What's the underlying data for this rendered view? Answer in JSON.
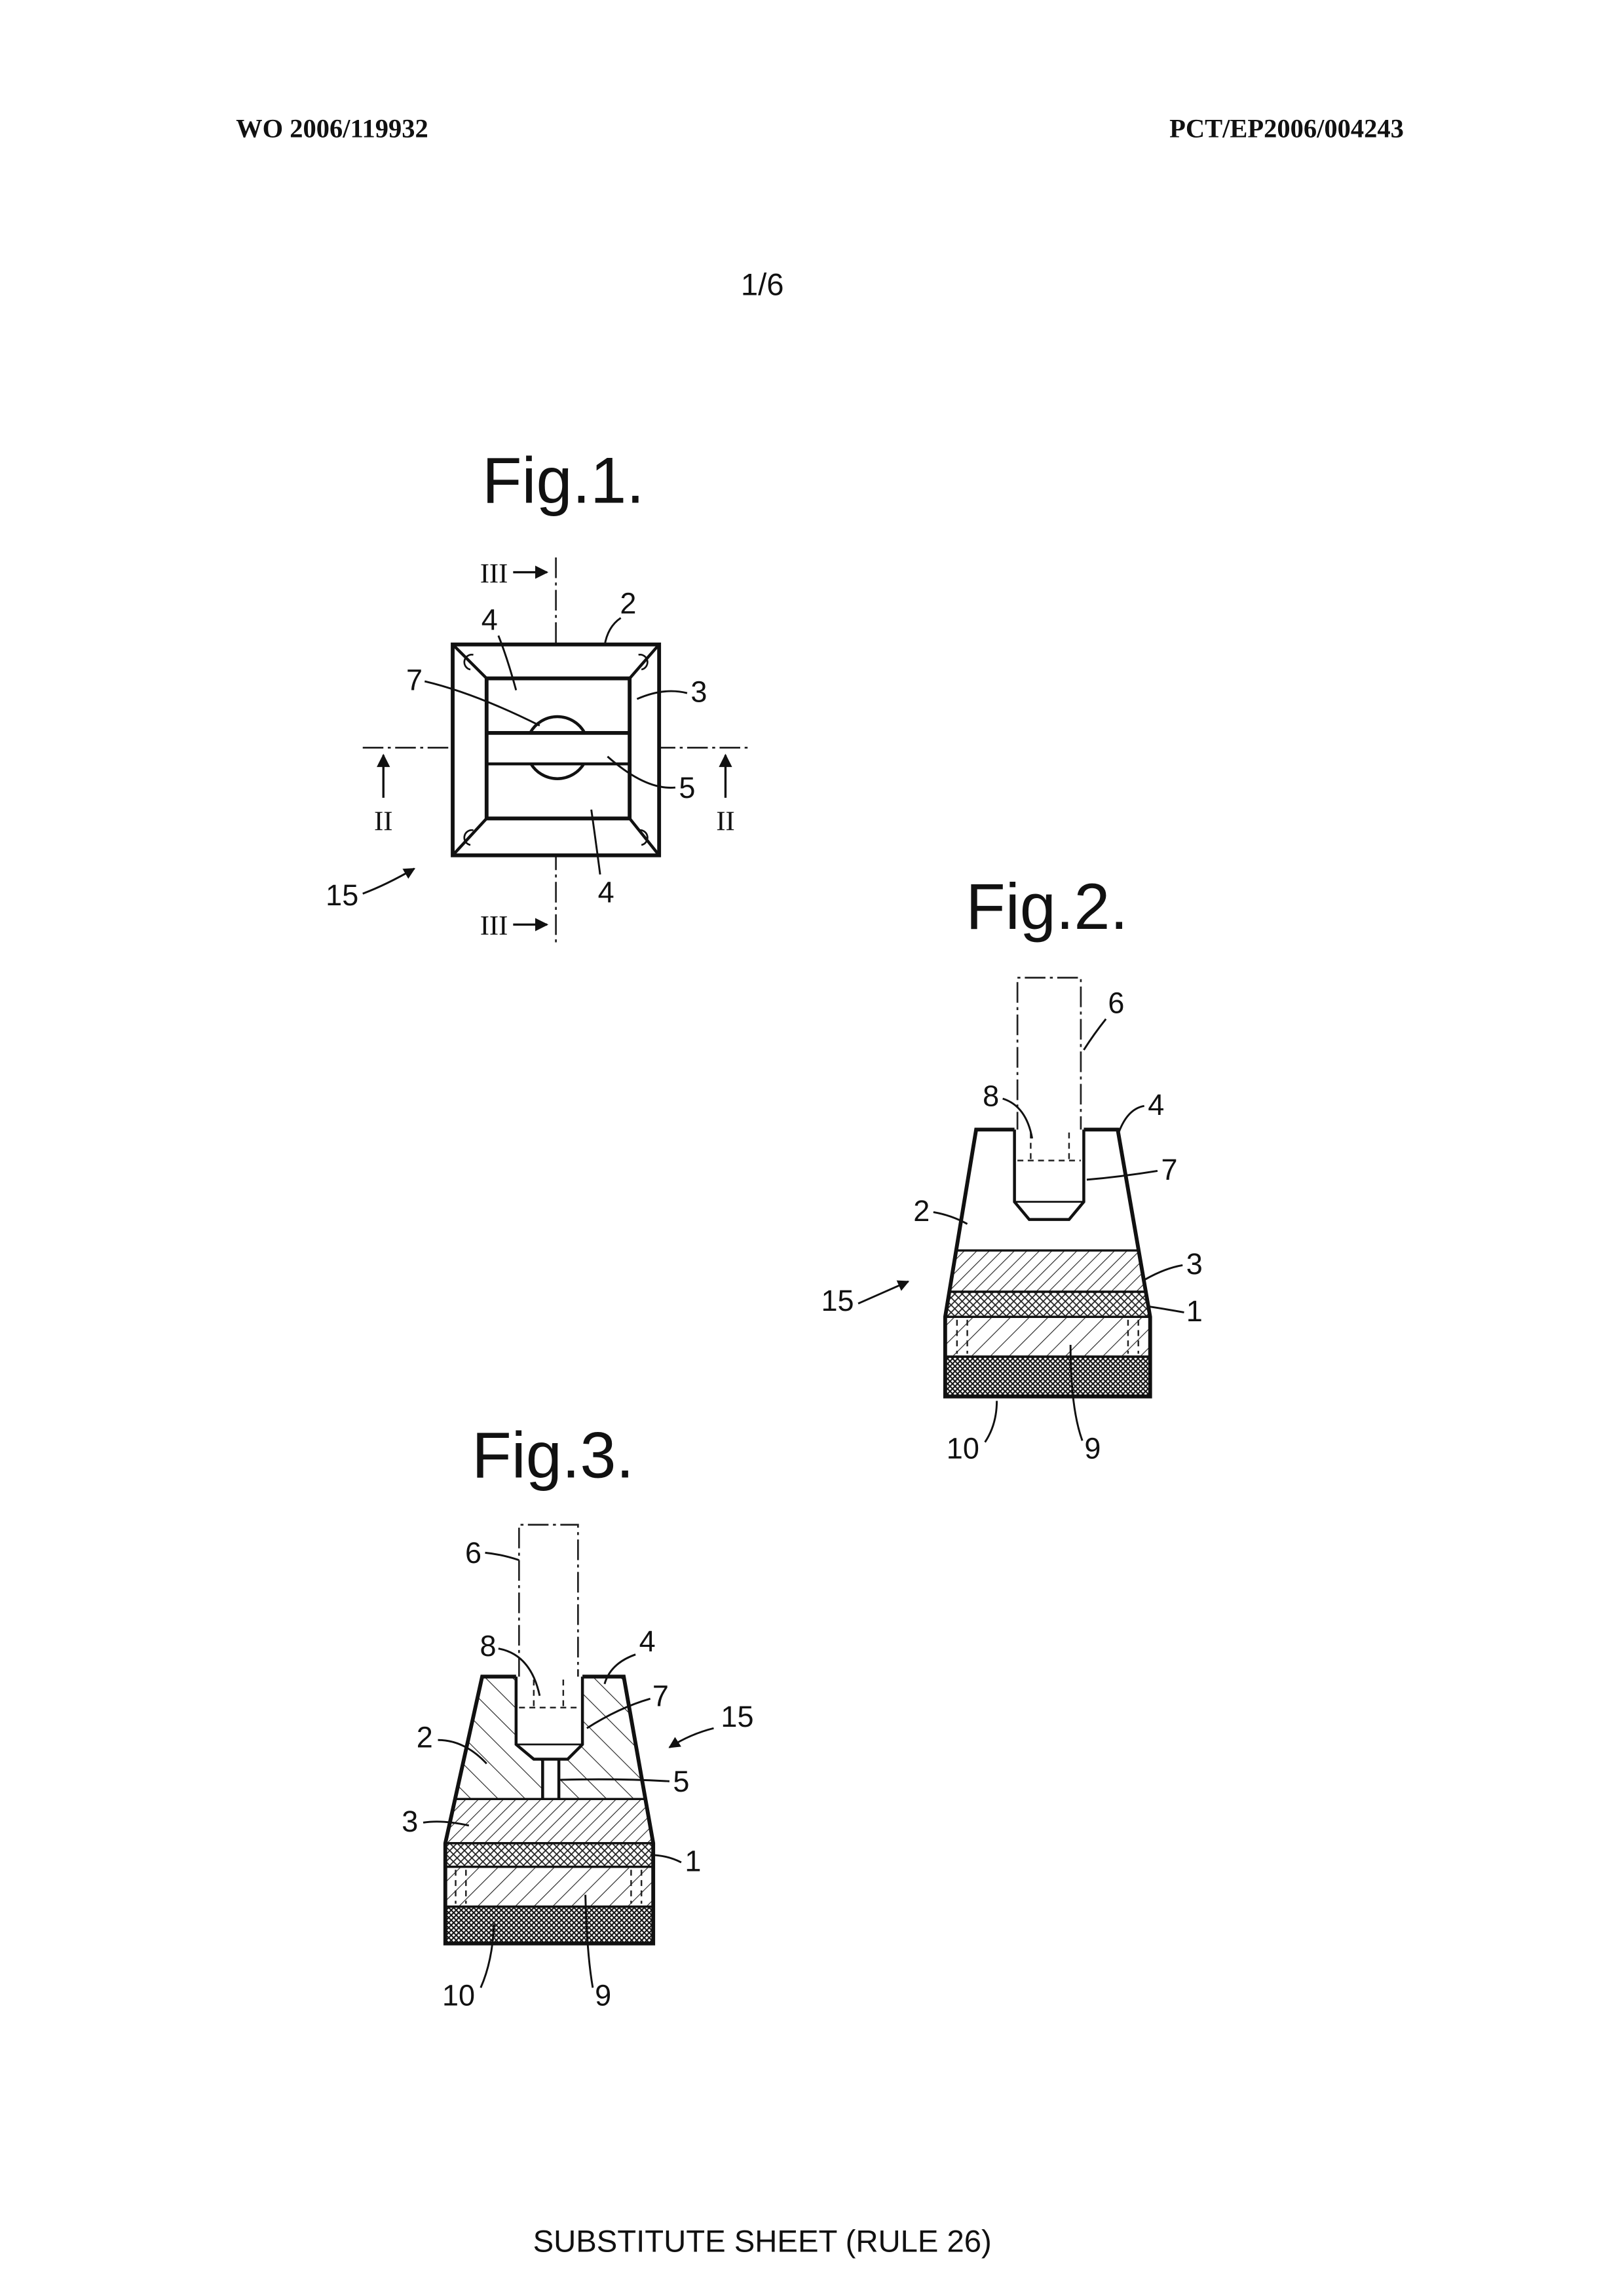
{
  "header": {
    "publication_number": "WO 2006/119932",
    "application_number": "PCT/EP2006/004243"
  },
  "sheet_number": "1/6",
  "figures": {
    "fig1": {
      "title": "Fig.1.",
      "labels": {
        "section_top": "III",
        "ref_2": "2",
        "ref_4_top": "4",
        "ref_7": "7",
        "ref_3": "3",
        "ref_5": "5",
        "section_left": "II",
        "section_right": "II",
        "ref_15": "15",
        "ref_4_bottom": "4",
        "section_bottom": "III"
      }
    },
    "fig2": {
      "title": "Fig.2.",
      "labels": {
        "ref_6": "6",
        "ref_8": "8",
        "ref_4": "4",
        "ref_7": "7",
        "ref_2": "2",
        "ref_3": "3",
        "ref_1": "1",
        "ref_15": "15",
        "ref_10": "10",
        "ref_9": "9"
      }
    },
    "fig3": {
      "title": "Fig.3.",
      "labels": {
        "ref_6": "6",
        "ref_8": "8",
        "ref_4": "4",
        "ref_7": "7",
        "ref_15": "15",
        "ref_2": "2",
        "ref_5": "5",
        "ref_3": "3",
        "ref_1": "1",
        "ref_10": "10",
        "ref_9": "9"
      }
    }
  },
  "footer": "SUBSTITUTE SHEET (RULE 26)"
}
